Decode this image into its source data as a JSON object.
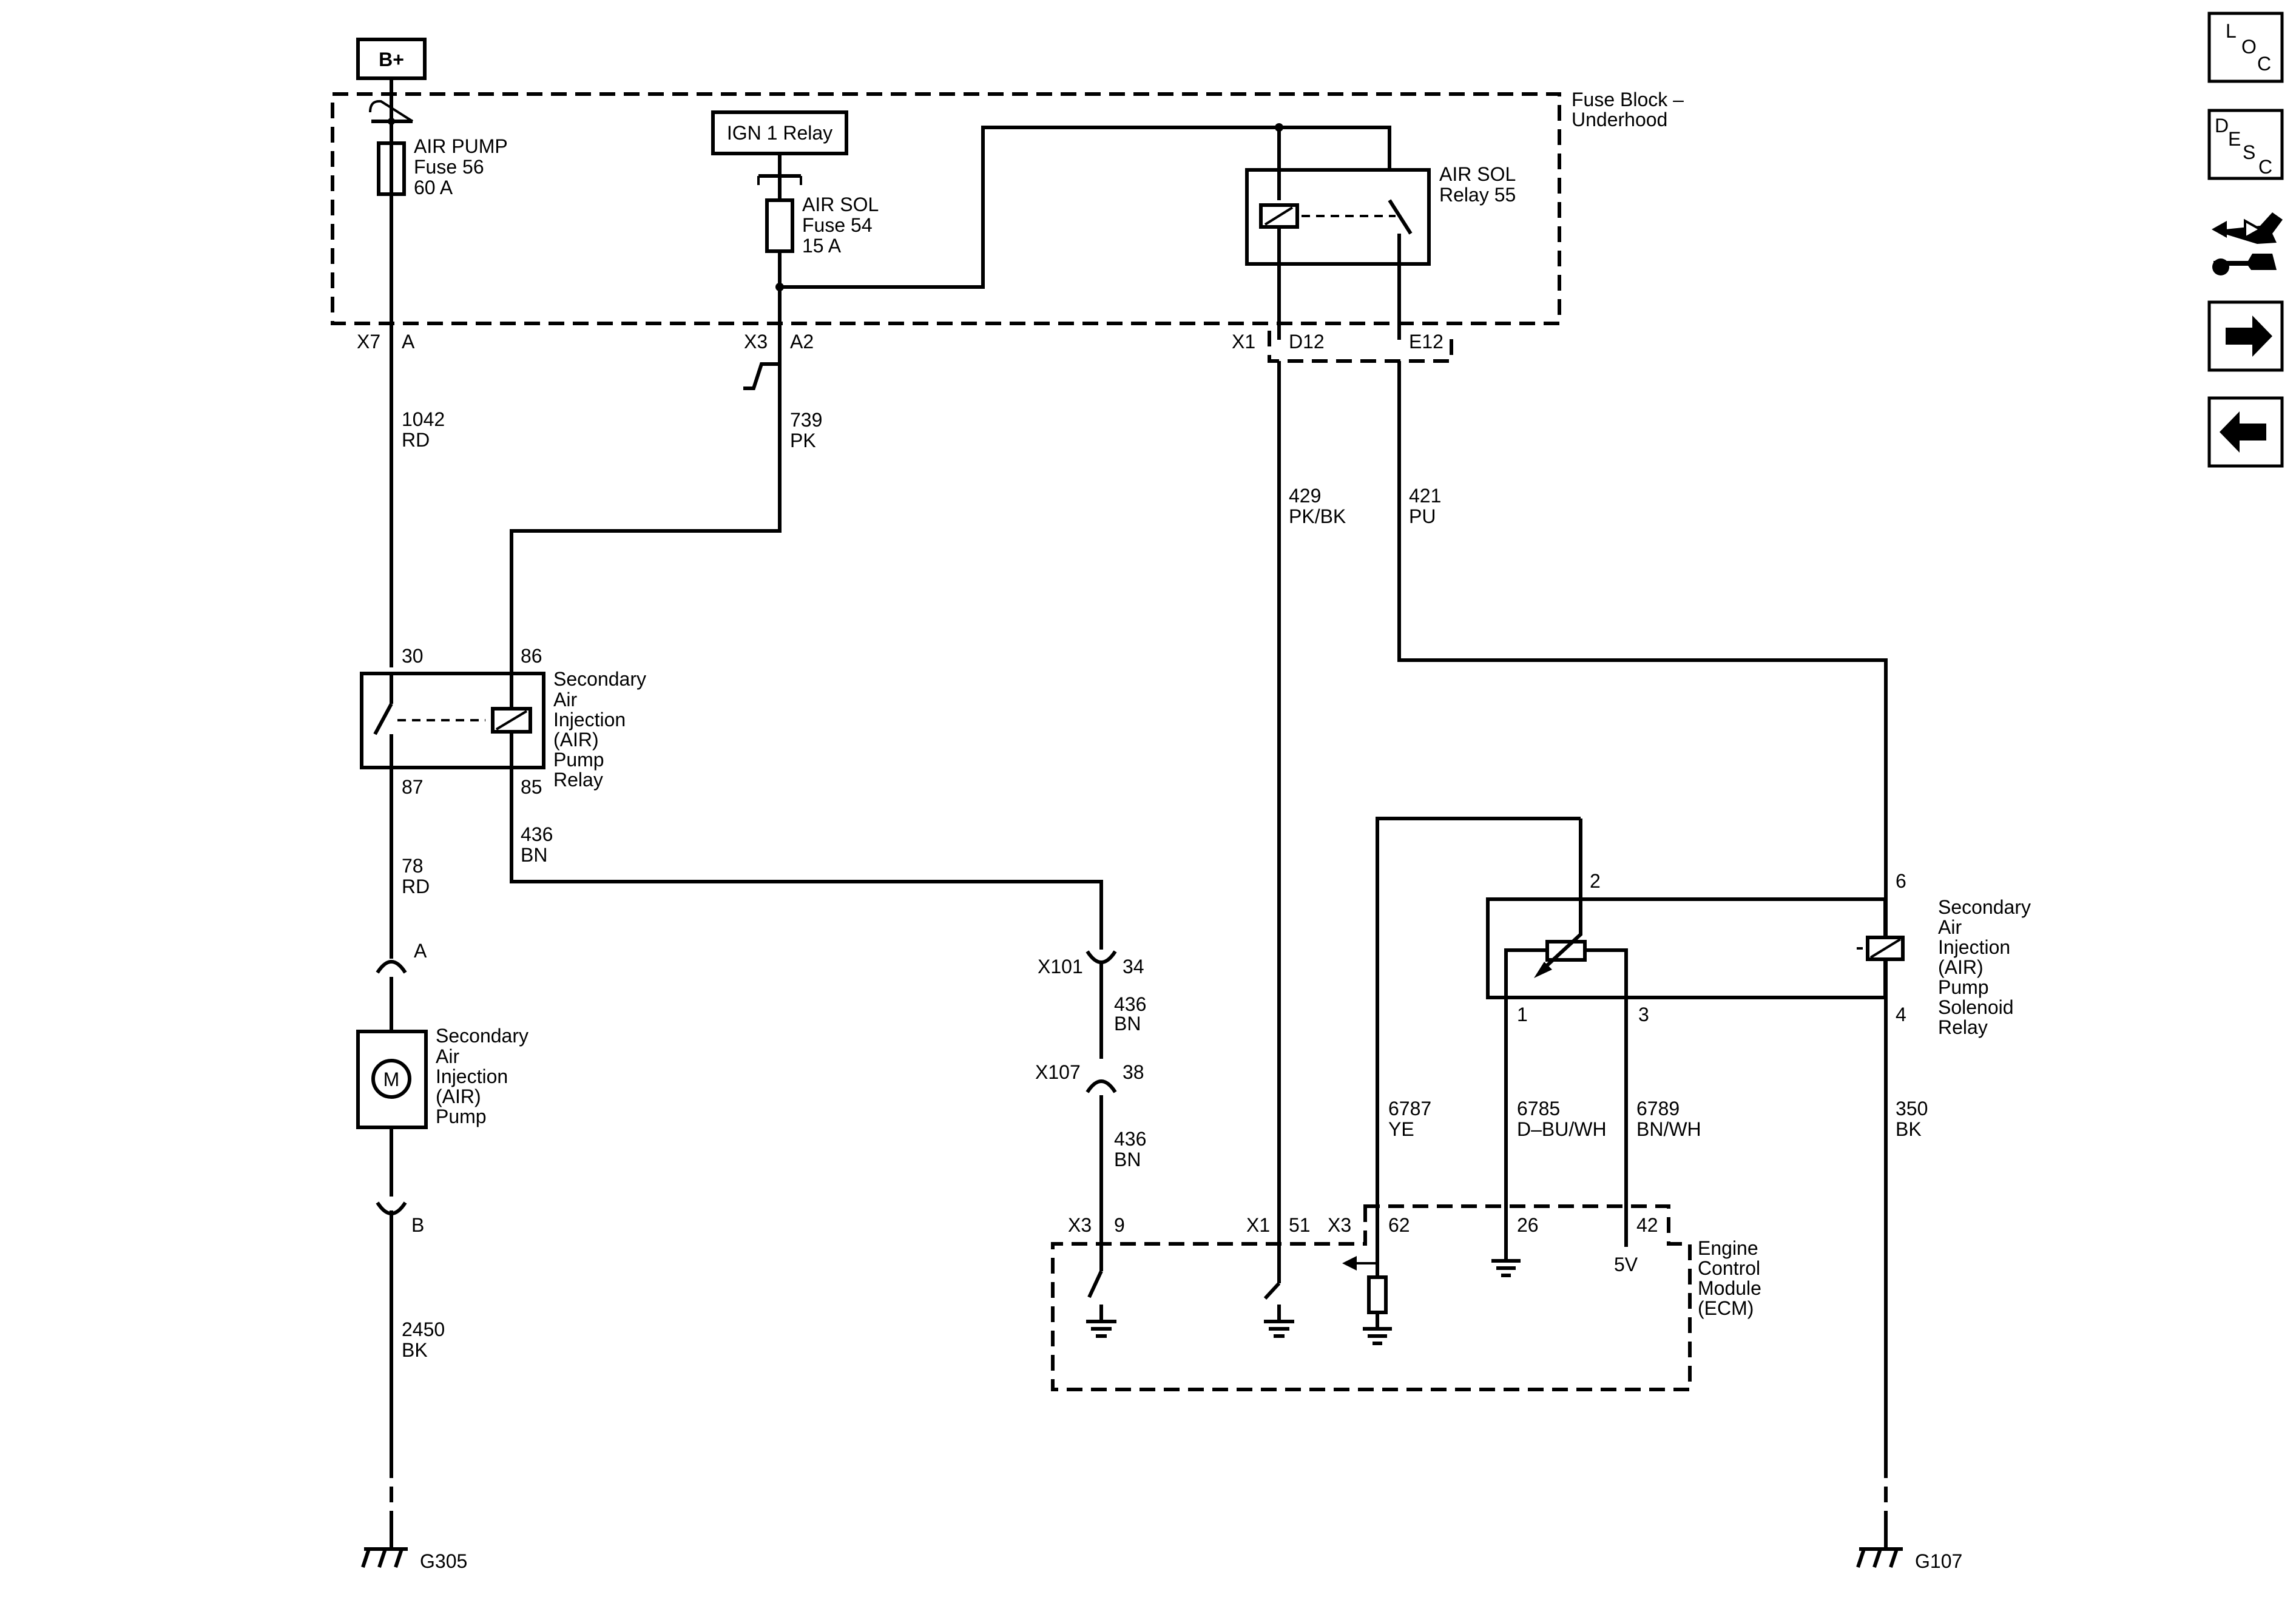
{
  "power": {
    "b_plus": "B+",
    "ign1_relay": "IGN 1 Relay"
  },
  "fuse_block": {
    "label_line1": "Fuse Block –",
    "label_line2": "Underhood"
  },
  "fuses": {
    "air_pump": {
      "line1": "AIR PUMP",
      "line2": "Fuse 56",
      "line3": "60 A"
    },
    "air_sol": {
      "line1": "AIR SOL",
      "line2": "Fuse 54",
      "line3": "15 A"
    }
  },
  "air_sol_relay": {
    "line1": "AIR SOL",
    "line2": "Relay 55"
  },
  "connectors": {
    "x7": "X7",
    "x7_pin": "A",
    "x3_top": "X3",
    "x3_top_pin": "A2",
    "x1_top": "X1",
    "x1_pin_d12": "D12",
    "x1_pin_e12": "E12",
    "x101": "X101",
    "x101_pin": "34",
    "x107": "X107",
    "x107_pin": "38",
    "x3_ecm": "X3",
    "x3_ecm_pin": "9",
    "x1_ecm": "X1",
    "x1_ecm_pin": "51",
    "x3_ecm2": "X3",
    "x3_ecm2_pin": "62",
    "ecm_pin_26": "26",
    "ecm_pin_42": "42",
    "pump_conn_a": "A",
    "pump_conn_b": "B"
  },
  "wires": {
    "w1042": {
      "num": "1042",
      "color": "RD"
    },
    "w739": {
      "num": "739",
      "color": "PK"
    },
    "w429": {
      "num": "429",
      "color": "PK/BK"
    },
    "w421": {
      "num": "421",
      "color": "PU"
    },
    "w78": {
      "num": "78",
      "color": "RD"
    },
    "w436a": {
      "num": "436",
      "color": "BN"
    },
    "w436b": {
      "num": "436",
      "color": "BN"
    },
    "w436c": {
      "num": "436",
      "color": "BN"
    },
    "w2450": {
      "num": "2450",
      "color": "BK"
    },
    "w6787": {
      "num": "6787",
      "color": "YE"
    },
    "w6785": {
      "num": "6785",
      "color": "D–BU/WH"
    },
    "w6789": {
      "num": "6789",
      "color": "BN/WH"
    },
    "w350": {
      "num": "350",
      "color": "BK"
    }
  },
  "air_pump_relay": {
    "pin30": "30",
    "pin86": "86",
    "pin87": "87",
    "pin85": "85",
    "lines": [
      "Secondary",
      "Air",
      "Injection",
      "(AIR)",
      "Pump",
      "Relay"
    ]
  },
  "air_pump": {
    "symbol": "M",
    "lines": [
      "Secondary",
      "Air",
      "Injection",
      "(AIR)",
      "Pump"
    ]
  },
  "solenoid_relay": {
    "pin2": "2",
    "pin6": "6",
    "pin1": "1",
    "pin3": "3",
    "pin4": "4",
    "lines": [
      "Secondary",
      "Air",
      "Injection",
      "(AIR)",
      "Pump",
      "Solenoid",
      "Relay"
    ]
  },
  "ecm": {
    "lines": [
      "Engine",
      "Control",
      "Module",
      "(ECM)"
    ],
    "ref_voltage": "5V"
  },
  "grounds": {
    "g305": "G305",
    "g107": "G107"
  },
  "nav": {
    "loc": {
      "l1": "L",
      "l2": "O",
      "l3": "C"
    },
    "desc": {
      "l1": "D",
      "l2": "E",
      "l3": "S",
      "l4": "C"
    },
    "icon_names": [
      "connector-wrench-icon",
      "arrow-right-icon",
      "arrow-left-icon"
    ]
  }
}
